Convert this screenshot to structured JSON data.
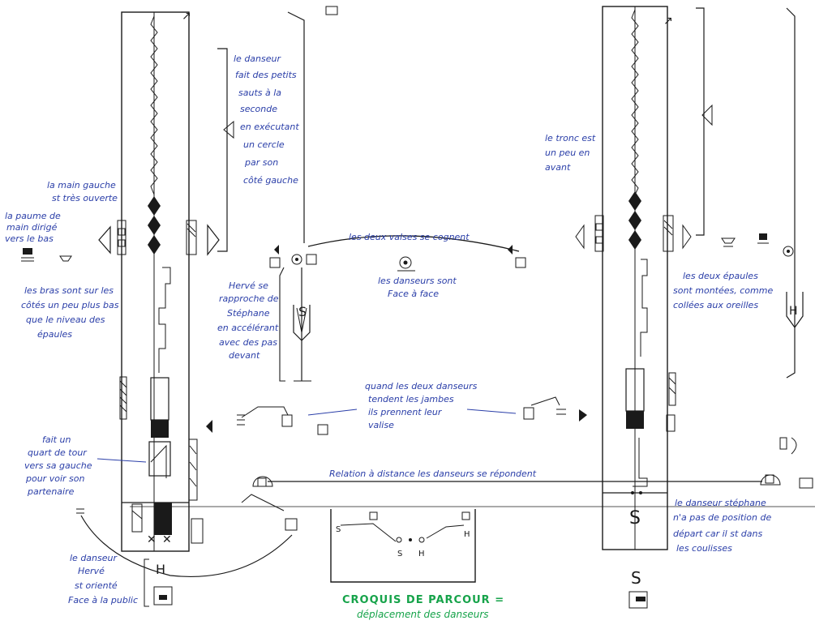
{
  "colors": {
    "ink": "#1a1a1a",
    "note_blue": "#2a3ea8",
    "title_green": "#16a34a",
    "paper": "#ffffff"
  },
  "notes": {
    "left_hand": [
      "la main gauche",
      "st très ouverte"
    ],
    "palm": [
      "la paume de",
      "main dirigé",
      "vers le bas"
    ],
    "arms": [
      "les bras sont sur les",
      "côtés un peu plus bas",
      "que le niveau des",
      "épaules"
    ],
    "jumps": [
      "le danseur",
      "fait des petits",
      "sauts à la",
      "seconde",
      "en exécutant",
      "un cercle",
      "par son",
      "côté gauche"
    ],
    "waltz_bump": "les deux valses se cognent",
    "face_to_face": [
      "les danseurs sont",
      "Face à face"
    ],
    "approach": [
      "Hervé se",
      "rapproche de",
      "Stéphane",
      "en accélérant",
      "avec des pas",
      "devant"
    ],
    "trunk": [
      "le tronc est",
      "un peu en",
      "avant"
    ],
    "shoulders": [
      "les deux épaules",
      "sont montées, comme",
      "collées aux oreilles"
    ],
    "legs": [
      "quand les deux danseurs",
      "tendent les jambes",
      "ils prennent leur",
      "valise"
    ],
    "quarter_turn": [
      "fait un",
      "quart de tour",
      "vers sa gauche",
      "pour voir son",
      "partenaire"
    ],
    "relation": "Relation à distance les danseurs se répondent",
    "stephane": [
      "le danseur stéphane",
      "n'a pas de position de",
      "départ car il st dans",
      "les coulisses"
    ],
    "herve": [
      "le danseur",
      "Hervé",
      "st orienté",
      "Face à la public"
    ]
  },
  "sketch": {
    "title": "CROQUIS DE PARCOUR =",
    "subtitle": "déplacement des danseurs",
    "marks": [
      "S",
      "S",
      "H",
      "H"
    ]
  },
  "labels": {
    "staff_s": "S",
    "staff_h": "H",
    "bottom_s": "S"
  }
}
